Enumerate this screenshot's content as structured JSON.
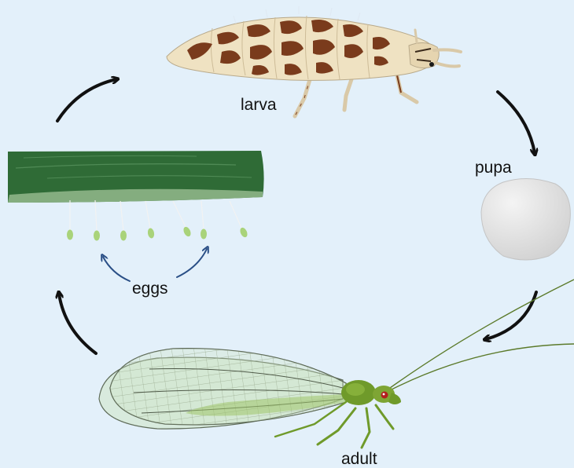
{
  "labels": {
    "larva": "larva",
    "pupa": "pupa",
    "eggs": "eggs",
    "adult": "adult"
  },
  "colors": {
    "background": "#e3f0fa",
    "cycle_arrow": "#111111",
    "egg_arrow": "#2a4f86",
    "leaf": "#2f6b36",
    "egg": "#a9d37a",
    "larva_body": "#efe2c2",
    "larva_spots": "#7a3b1c",
    "pupa": "#dcdcdc",
    "adult_body": "#6f9a2a",
    "wing_fill": "#cfe6c4",
    "wing_vein": "#5e6b58",
    "eye": "#b21f1f"
  },
  "icons": [
    "leaf",
    "egg",
    "larva",
    "pupa",
    "adult-lacewing"
  ]
}
